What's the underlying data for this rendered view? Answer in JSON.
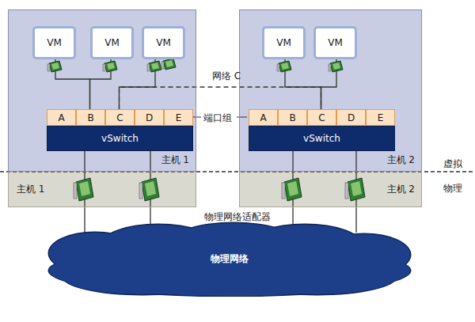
{
  "diagram": {
    "nodes": [
      {
        "text": [
          "主机 1"
        ]
      },
      {
        "text": [
          "VM"
        ],
        "in": 0
      },
      {
        "text": [
          "VM"
        ],
        "in": 0
      },
      {
        "text": [
          "VM"
        ],
        "in": 0
      },
      {
        "text": [
          "A"
        ],
        "in": 0
      },
      {
        "text": [
          "B"
        ],
        "in": 0
      },
      {
        "text": [
          "C"
        ],
        "in": 0
      },
      {
        "text": [
          "D"
        ],
        "in": 0
      },
      {
        "text": [
          "E"
        ],
        "in": 0
      },
      {
        "text": [
          "vSwitch"
        ],
        "in": 0
      },
      {
        "text": [
          "主机 2"
        ]
      },
      {
        "text": [
          "VM"
        ],
        "in": 10
      },
      {
        "text": [
          "VM"
        ],
        "in": 10
      },
      {
        "text": [
          "A"
        ],
        "in": 10
      },
      {
        "text": [
          "B"
        ],
        "in": 10
      },
      {
        "text": [
          "C"
        ],
        "in": 10
      },
      {
        "text": [
          "D"
        ],
        "in": 10
      },
      {
        "text": [
          "E"
        ],
        "in": 10
      },
      {
        "text": [
          "vSwitch"
        ],
        "in": 10
      },
      {
        "text": [
          "主机 1"
        ]
      },
      {
        "text": [
          "主机 2"
        ]
      },
      {
        "text": [
          "物理网络"
        ]
      }
    ],
    "edges": [
      {
        "from": 6,
        "to": 15,
        "arrow": "none",
        "label": "网络 C"
      },
      {
        "from": 1,
        "to": 5,
        "arrow": "none"
      },
      {
        "from": 2,
        "to": 5,
        "arrow": "none"
      },
      {
        "from": 3,
        "to": 6,
        "arrow": "none"
      },
      {
        "from": 11,
        "to": 15,
        "arrow": "none"
      },
      {
        "from": 12,
        "to": 15,
        "arrow": "none"
      },
      {
        "from": 9,
        "to": 21,
        "arrow": "none"
      },
      {
        "from": 9,
        "to": 21,
        "arrow": "none"
      },
      {
        "from": 18,
        "to": 21,
        "arrow": "none"
      },
      {
        "from": 18,
        "to": 21,
        "arrow": "none"
      }
    ],
    "labels": [
      "端口组",
      "物理网络适配器",
      "虚拟",
      "物理"
    ]
  }
}
